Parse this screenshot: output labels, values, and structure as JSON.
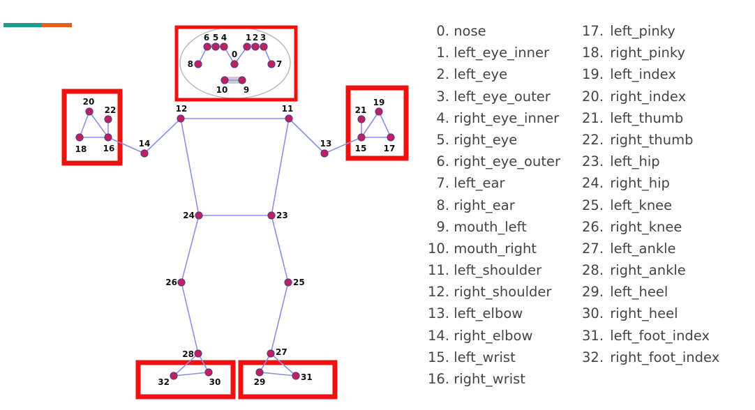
{
  "colors": {
    "accent_teal": "#1b9e8e",
    "accent_orange": "#e0621c",
    "highlight_box": "#ee1111",
    "landmark_point": "#c0215a",
    "landmark_outline": "#5b3a8e",
    "connection_line": "#8b8fe8",
    "head_outline": "#bbbbbb"
  },
  "landmarks": [
    {
      "id": 0,
      "label": "0",
      "name": "nose"
    },
    {
      "id": 1,
      "label": "1",
      "name": "left_eye_inner"
    },
    {
      "id": 2,
      "label": "2",
      "name": "left_eye"
    },
    {
      "id": 3,
      "label": "3",
      "name": "left_eye_outer"
    },
    {
      "id": 4,
      "label": "4",
      "name": "right_eye_inner"
    },
    {
      "id": 5,
      "label": "5",
      "name": "right_eye"
    },
    {
      "id": 6,
      "label": "6",
      "name": "right_eye_outer"
    },
    {
      "id": 7,
      "label": "7",
      "name": "left_ear"
    },
    {
      "id": 8,
      "label": "8",
      "name": "right_ear"
    },
    {
      "id": 9,
      "label": "9",
      "name": "mouth_left"
    },
    {
      "id": 10,
      "label": "10",
      "name": "mouth_right"
    },
    {
      "id": 11,
      "label": "11",
      "name": "left_shoulder"
    },
    {
      "id": 12,
      "label": "12",
      "name": "right_shoulder"
    },
    {
      "id": 13,
      "label": "13",
      "name": "left_elbow"
    },
    {
      "id": 14,
      "label": "14",
      "name": "right_elbow"
    },
    {
      "id": 15,
      "label": "15",
      "name": "left_wrist"
    },
    {
      "id": 16,
      "label": "16",
      "name": "right_wrist"
    },
    {
      "id": 17,
      "label": "17",
      "name": "left_pinky"
    },
    {
      "id": 18,
      "label": "18",
      "name": "right_pinky"
    },
    {
      "id": 19,
      "label": "19",
      "name": "left_index"
    },
    {
      "id": 20,
      "label": "20",
      "name": "right_index"
    },
    {
      "id": 21,
      "label": "21",
      "name": "left_thumb"
    },
    {
      "id": 22,
      "label": "22",
      "name": "right_thumb"
    },
    {
      "id": 23,
      "label": "23",
      "name": "left_hip"
    },
    {
      "id": 24,
      "label": "24",
      "name": "right_hip"
    },
    {
      "id": 25,
      "label": "25",
      "name": "left_knee"
    },
    {
      "id": 26,
      "label": "26",
      "name": "right_knee"
    },
    {
      "id": 27,
      "label": "27",
      "name": "left_ankle"
    },
    {
      "id": 28,
      "label": "28",
      "name": "right_ankle"
    },
    {
      "id": 29,
      "label": "29",
      "name": "left_heel"
    },
    {
      "id": 30,
      "label": "30",
      "name": "right_heel"
    },
    {
      "id": 31,
      "label": "31",
      "name": "left_foot_index"
    },
    {
      "id": 32,
      "label": "32",
      "name": "right_foot_index"
    }
  ],
  "connections": [
    [
      11,
      12
    ],
    [
      11,
      13
    ],
    [
      13,
      15
    ],
    [
      15,
      17
    ],
    [
      15,
      19
    ],
    [
      17,
      19
    ],
    [
      15,
      21
    ],
    [
      12,
      14
    ],
    [
      14,
      16
    ],
    [
      16,
      18
    ],
    [
      16,
      20
    ],
    [
      18,
      20
    ],
    [
      16,
      22
    ],
    [
      11,
      23
    ],
    [
      12,
      24
    ],
    [
      23,
      24
    ],
    [
      23,
      25
    ],
    [
      25,
      27
    ],
    [
      27,
      29
    ],
    [
      27,
      31
    ],
    [
      29,
      31
    ],
    [
      24,
      26
    ],
    [
      26,
      28
    ],
    [
      28,
      30
    ],
    [
      28,
      32
    ],
    [
      30,
      32
    ],
    [
      0,
      1
    ],
    [
      1,
      2
    ],
    [
      2,
      3
    ],
    [
      3,
      7
    ],
    [
      0,
      4
    ],
    [
      4,
      5
    ],
    [
      5,
      6
    ],
    [
      6,
      8
    ],
    [
      9,
      10
    ]
  ],
  "legend": {
    "column_1": [
      {
        "num": "0.",
        "name": "nose"
      },
      {
        "num": "1.",
        "name": "left_eye_inner"
      },
      {
        "num": "2.",
        "name": "left_eye"
      },
      {
        "num": "3.",
        "name": "left_eye_outer"
      },
      {
        "num": "4.",
        "name": "right_eye_inner"
      },
      {
        "num": "5.",
        "name": "right_eye"
      },
      {
        "num": "6.",
        "name": "right_eye_outer"
      },
      {
        "num": "7.",
        "name": "left_ear"
      },
      {
        "num": "8.",
        "name": "right_ear"
      },
      {
        "num": "9.",
        "name": "mouth_left"
      },
      {
        "num": "10.",
        "name": "mouth_right"
      },
      {
        "num": "11.",
        "name": "left_shoulder"
      },
      {
        "num": "12.",
        "name": "right_shoulder"
      },
      {
        "num": "13.",
        "name": "left_elbow"
      },
      {
        "num": "14.",
        "name": "right_elbow"
      },
      {
        "num": "15.",
        "name": "left_wrist"
      },
      {
        "num": "16.",
        "name": "right_wrist"
      }
    ],
    "column_2": [
      {
        "num": "17.",
        "name": "left_pinky"
      },
      {
        "num": "18.",
        "name": "right_pinky"
      },
      {
        "num": "19.",
        "name": "left_index"
      },
      {
        "num": "20.",
        "name": "right_index"
      },
      {
        "num": "21.",
        "name": "left_thumb"
      },
      {
        "num": "22.",
        "name": "right_thumb"
      },
      {
        "num": "23.",
        "name": "left_hip"
      },
      {
        "num": "24.",
        "name": "right_hip"
      },
      {
        "num": "25.",
        "name": "left_knee"
      },
      {
        "num": "26.",
        "name": "right_knee"
      },
      {
        "num": "27.",
        "name": "left_ankle"
      },
      {
        "num": "28.",
        "name": "right_ankle"
      },
      {
        "num": "29.",
        "name": "left_heel"
      },
      {
        "num": "30.",
        "name": "right_heel"
      },
      {
        "num": "31.",
        "name": "left_foot_index"
      },
      {
        "num": "32.",
        "name": "right_foot_index"
      }
    ]
  }
}
